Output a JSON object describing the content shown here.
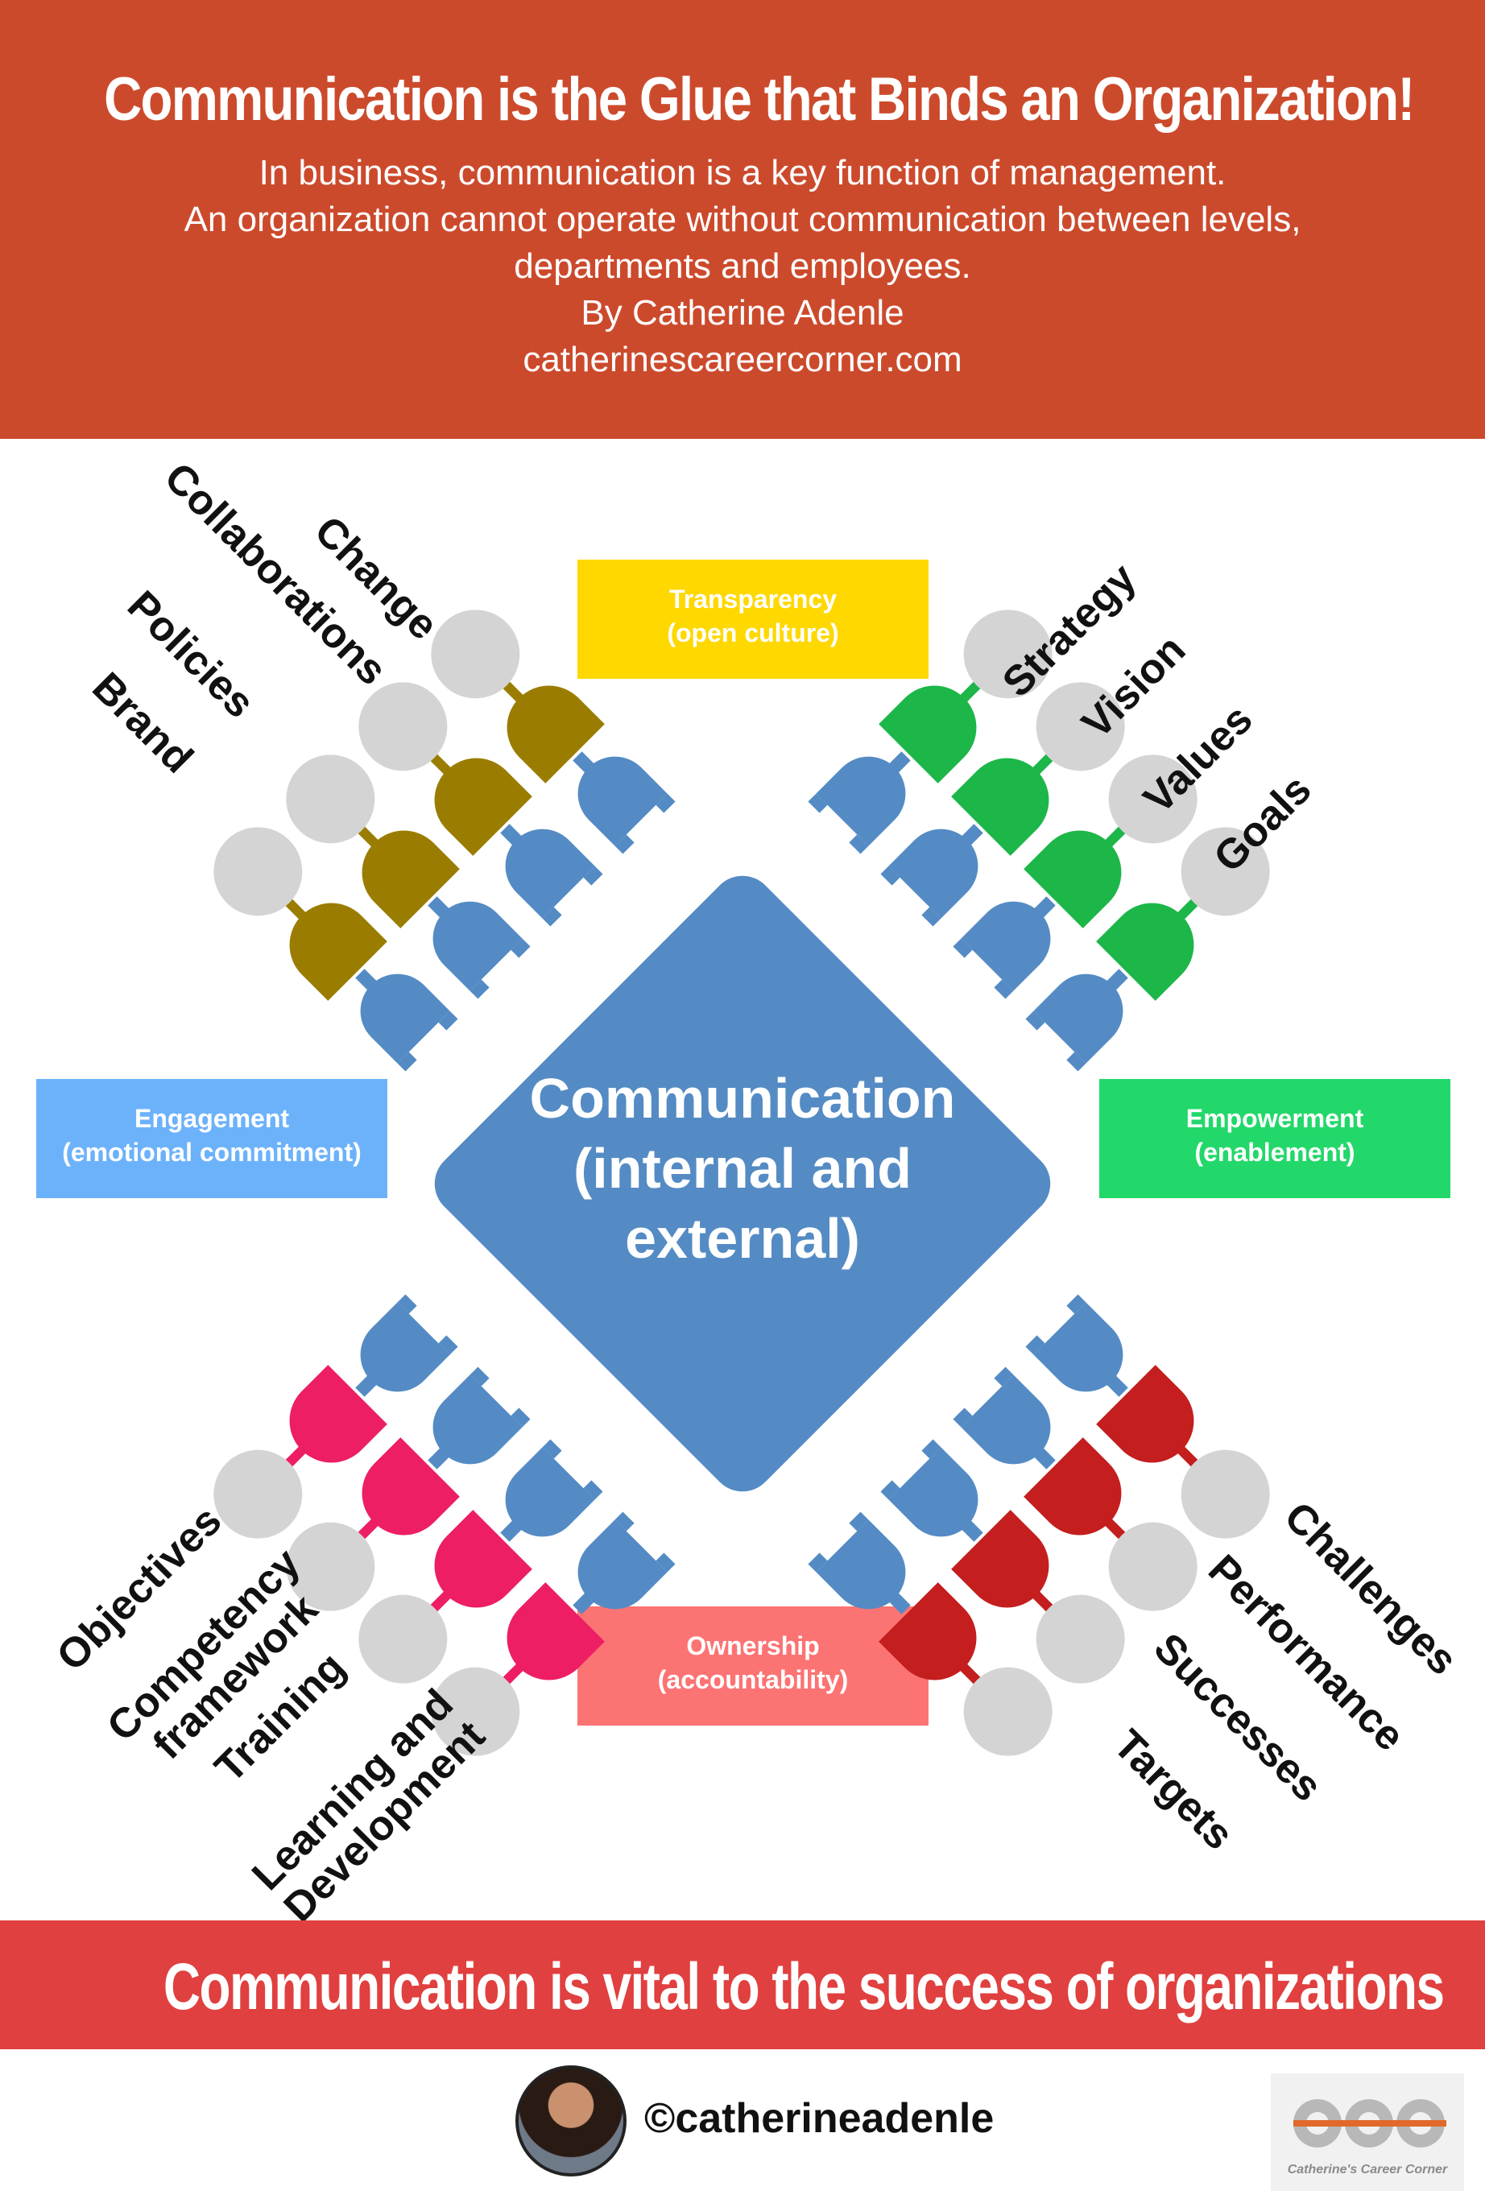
{
  "header": {
    "title": "Communication is the Glue that Binds an Organization!",
    "lines": [
      "In business, communication is a key function of management.",
      "An organization cannot operate without communication between levels,",
      "departments and employees.",
      "By Catherine Adenle",
      "catherinescareercorner.com"
    ]
  },
  "center": {
    "lines": [
      "Communication",
      "(internal and",
      "external)"
    ],
    "color": "#548bc4"
  },
  "boxes": {
    "transparency": {
      "lines": [
        "Transparency",
        "(open culture)"
      ],
      "color": "#ffd800"
    },
    "engagement": {
      "lines": [
        "Engagement",
        "(emotional commitment)"
      ],
      "color": "#6cb2fb"
    },
    "empowerment": {
      "lines": [
        "Empowerment",
        "(enablement)"
      ],
      "color": "#22d86a"
    },
    "ownership": {
      "lines": [
        "Ownership",
        "(accountability)"
      ],
      "color": "#fc7374"
    }
  },
  "quadrants": {
    "top_left": {
      "color": "#9a7d00",
      "items": [
        [
          "Change"
        ],
        [
          "Collaborations"
        ],
        [
          "Policies"
        ],
        [
          "Brand"
        ]
      ]
    },
    "top_right": {
      "color": "#1db649",
      "items": [
        [
          "Strategy"
        ],
        [
          "Vision"
        ],
        [
          "Values"
        ],
        [
          "Goals"
        ]
      ]
    },
    "bottom_left": {
      "color": "#ed1e64",
      "items": [
        [
          "Objectives"
        ],
        [
          "Competency",
          "framework"
        ],
        [
          "Training"
        ],
        [
          "Learning and",
          "Development"
        ]
      ]
    },
    "bottom_right": {
      "color": "#c41e1e",
      "items": [
        [
          "Targets"
        ],
        [
          "Successes"
        ],
        [
          "Performance"
        ],
        [
          "Challenges"
        ]
      ]
    }
  },
  "plug_color": "#548bc4",
  "socket_color": "#d4d4d4",
  "footer": {
    "banner": "Communication is vital to the success of  organizations",
    "handle": "©catherineadenle",
    "logo_caption": "Catherine's Career Corner"
  }
}
